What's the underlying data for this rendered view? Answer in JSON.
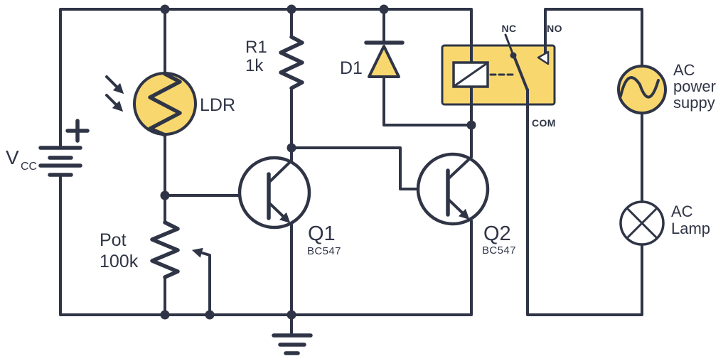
{
  "diagram_type": "circuit-schematic",
  "colors": {
    "wire": "#2F3546",
    "component_fill": "#F8D76F",
    "background": "#FFFFFF"
  },
  "labels": {
    "vcc": {
      "symbol": "V",
      "subscript": "CC"
    },
    "ldr": "LDR",
    "r1": {
      "designator": "R1",
      "value": "1k"
    },
    "d1": {
      "designator": "D1"
    },
    "q1": {
      "designator": "Q1",
      "part": "BC547"
    },
    "q2": {
      "designator": "Q2",
      "part": "BC547"
    },
    "pot": {
      "designator": "Pot",
      "value": "100k"
    },
    "relay": {
      "nc": "NC",
      "no": "NO",
      "com": "COM"
    },
    "ac_supply": {
      "line1": "AC",
      "line2": "power",
      "line3": "suppy"
    },
    "ac_lamp": {
      "line1": "AC",
      "line2": "Lamp"
    }
  }
}
